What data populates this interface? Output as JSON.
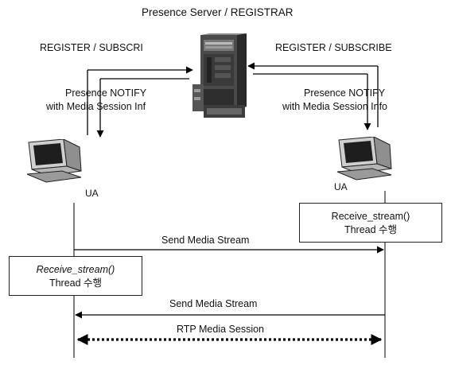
{
  "server": {
    "title": "Presence Server / REGISTRAR",
    "icon": "server-icon"
  },
  "left_client": {
    "register_label": "REGISTER / SUBSCRI",
    "notify_line1": "Presence NOTIFY",
    "notify_line2": "with Media Session Inf",
    "ua_label": "UA",
    "icon": "computer-icon"
  },
  "right_client": {
    "register_label": "REGISTER / SUBSCRIBE",
    "notify_line1": "Presence NOTIFY",
    "notify_line2": "with Media Session Info",
    "ua_label": "UA",
    "icon": "computer-icon"
  },
  "right_box": {
    "line1": "Receive_stream()",
    "line2": "Thread 수행"
  },
  "left_box": {
    "line1": "Receive_stream()",
    "line2": "Thread 수행"
  },
  "messages": {
    "send1": "Send Media Stream",
    "send2": "Send Media Stream",
    "rtp": "RTP Media Session"
  }
}
